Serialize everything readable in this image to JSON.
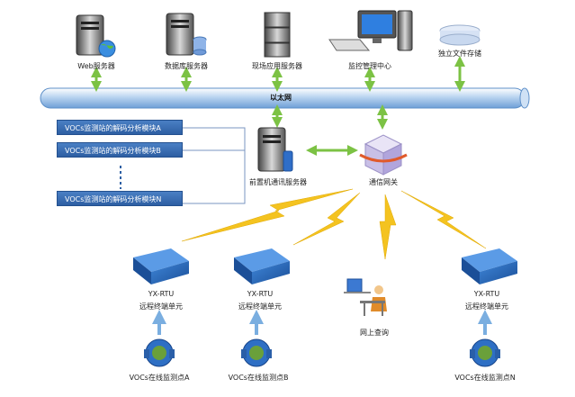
{
  "nodes": {
    "web_server": "Web服务器",
    "db_server": "数据库服务器",
    "field_server": "现场应用服务器",
    "monitor_center": "监控管理中心",
    "file_storage": "独立文件存储",
    "ethernet": "以太网",
    "front_server": "前置机通讯服务器",
    "gateway": "通信网关",
    "online_query": "网上查询"
  },
  "modules": [
    "VOCs监测站的解码分析模块A",
    "VOCs监测站的解码分析模块B",
    "VOCs监测站的解码分析模块N"
  ],
  "rtus": [
    {
      "name": "YX-RTU",
      "desc": "远程终端单元",
      "sensor": "VOCs在线监测点A"
    },
    {
      "name": "YX-RTU",
      "desc": "远程终端单元",
      "sensor": "VOCs在线监测点B"
    },
    {
      "name": "YX-RTU",
      "desc": "远程终端单元",
      "sensor": "VOCs在线监测点N"
    }
  ],
  "colors": {
    "arrow_green": "#7cc244",
    "bus_blue": "#9fc3ea",
    "module_blue": "#3a6db4",
    "lightning_yellow": "#f4c320"
  }
}
